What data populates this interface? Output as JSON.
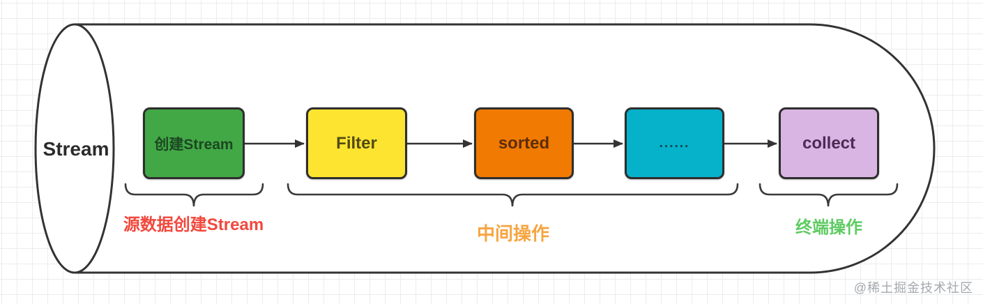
{
  "diagram": {
    "title_note": "Java Stream pipeline diagram",
    "container_label": "Stream",
    "stroke_color": "#333333",
    "nodes": [
      {
        "id": "create-stream",
        "label": "创建Stream",
        "fill": "#42a846",
        "text_color": "#1c4722"
      },
      {
        "id": "filter",
        "label": "Filter",
        "fill": "#fde430",
        "text_color": "#514a15"
      },
      {
        "id": "sorted",
        "label": "sorted",
        "fill": "#f07a02",
        "text_color": "#5e2d0a"
      },
      {
        "id": "ellipsis",
        "label": "......",
        "fill": "#06b1ca",
        "text_color": "#173f48"
      },
      {
        "id": "collect",
        "label": "collect",
        "fill": "#d9b5e3",
        "text_color": "#4c2a54"
      }
    ],
    "groups": [
      {
        "id": "source",
        "label": "源数据创建Stream",
        "color": "#f2483d"
      },
      {
        "id": "intermediate",
        "label": "中间操作",
        "color": "#f7a440"
      },
      {
        "id": "terminal",
        "label": "终端操作",
        "color": "#5ecb62"
      }
    ]
  },
  "watermark": {
    "text": "@稀土掘金技术社区"
  }
}
